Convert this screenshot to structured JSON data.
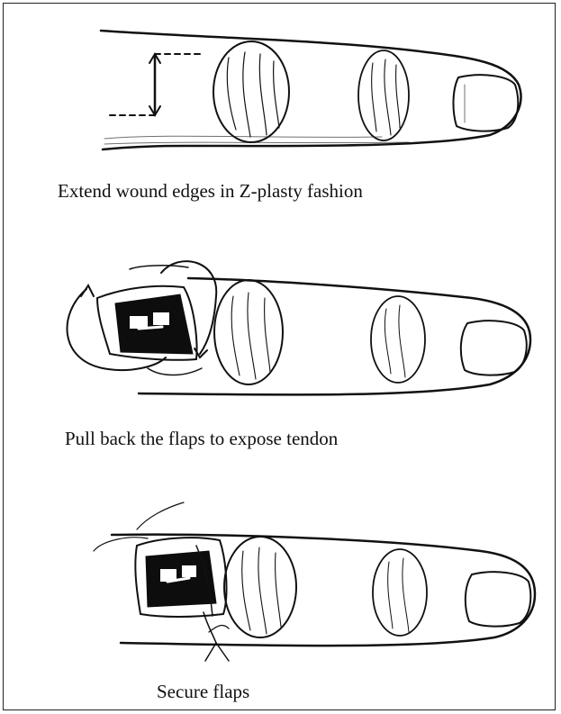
{
  "steps": [
    {
      "caption": "Extend wound edges in Z-plasty fashion"
    },
    {
      "caption": "Pull back the flaps to expose tendon"
    },
    {
      "caption": "Secure flaps"
    }
  ],
  "colors": {
    "ink": "#111111",
    "background": "#ffffff",
    "tendon": "#0d0d0d"
  },
  "icons": [
    "finger-illustration",
    "dimension-arrow",
    "rotation-arrow",
    "suture-lines"
  ]
}
